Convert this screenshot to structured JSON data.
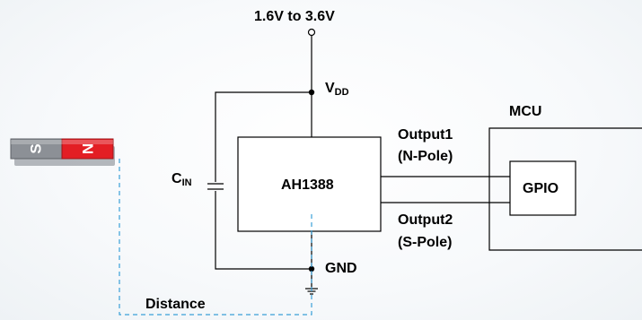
{
  "supply": {
    "voltage_label": "1.6V to 3.6V"
  },
  "vdd": {
    "main": "V",
    "sub": "DD"
  },
  "cin": {
    "main": "C",
    "sub": "IN"
  },
  "ic": {
    "name": "AH1388"
  },
  "gnd": {
    "label": "GND"
  },
  "mcu": {
    "label": "MCU",
    "gpio_label": "GPIO"
  },
  "outputs": [
    {
      "name": "Output1",
      "pole": "(N-Pole)"
    },
    {
      "name": "Output2",
      "pole": "(S-Pole)"
    }
  ],
  "magnet": {
    "left_pole": "S",
    "right_pole": "N"
  },
  "distance": {
    "label": "Distance"
  },
  "colors": {
    "wire": "#000000",
    "dashed": "#3aa0d8",
    "magnet_south": "#8c9096",
    "magnet_north": "#e31e24"
  }
}
